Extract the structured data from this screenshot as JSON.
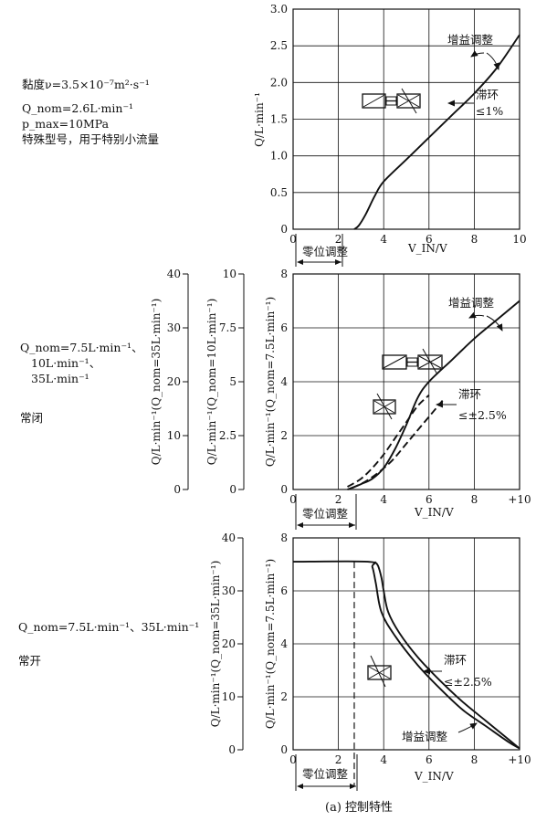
{
  "figure_caption": "(a) 控制特性",
  "panels": [
    {
      "info_lines": [
        "黏度ν=3.5×10⁻⁷m²·s⁻¹",
        "Q_nom=2.6L·min⁻¹",
        "p_max=10MPa",
        "特殊型号，用于特别小流量"
      ],
      "ylabel": "Q/L·min⁻¹",
      "xlabel": "V_IN/V",
      "zero_label": "零位调整",
      "gain_label": "增益调整",
      "hysteresis_label": "滞环",
      "hysteresis_value": "≤1%"
    },
    {
      "info_lines": [
        "Q_nom=7.5L·min⁻¹、",
        "10L·min⁻¹、",
        "35L·min⁻¹",
        "常闭"
      ],
      "ylabel_outer": "Q/L·min⁻¹(Q_nom=35L·min⁻¹)",
      "ylabel_middle": "Q/L·min⁻¹(Q_nom=10L·min⁻¹)",
      "ylabel": "Q/L·min⁻¹(Q_nom=7.5L·min⁻¹)",
      "xlabel": "V_IN/V",
      "zero_label": "零位调整",
      "gain_label": "增益调整",
      "hysteresis_label": "滞环",
      "hysteresis_value": "≤±2.5%"
    },
    {
      "info_lines": [
        "Q_nom=7.5L·min⁻¹、35L·min⁻¹",
        "常开"
      ],
      "ylabel_outer": "Q/L·min⁻¹(Q_nom=35L·min⁻¹)",
      "ylabel": "Q/L·min⁻¹(Q_nom=7.5L·min⁻¹)",
      "xlabel": "V_IN/V",
      "zero_label": "零位调整",
      "gain_label": "增益调整",
      "hysteresis_label": "滞环",
      "hysteresis_value": "≤±2.5%"
    }
  ],
  "chart_data": [
    {
      "type": "line",
      "xlim": [
        0,
        10
      ],
      "ylim": [
        0,
        3.0
      ],
      "x_ticks": [
        "0",
        "2",
        "4",
        "6",
        "8",
        "10"
      ],
      "y_ticks": [
        "0",
        "0.5",
        "1.0",
        "1.5",
        "2.0",
        "2.5",
        "3.0"
      ],
      "grid": true,
      "series": [
        {
          "style": "solid",
          "x": [
            2.7,
            2.9,
            3.2,
            3.6,
            4.0,
            5.0,
            6.0,
            7.0,
            8.0,
            9.0,
            10.0
          ],
          "y": [
            0.0,
            0.05,
            0.2,
            0.45,
            0.65,
            0.95,
            1.25,
            1.55,
            1.85,
            2.2,
            2.65
          ]
        }
      ]
    },
    {
      "type": "line",
      "xlim": [
        0,
        10
      ],
      "ylim": [
        0,
        8
      ],
      "x_ticks": [
        "0",
        "2",
        "4",
        "6",
        "8",
        "+10"
      ],
      "y_ticks": [
        "0",
        "2",
        "4",
        "6",
        "8"
      ],
      "y_ticks_middle": [
        "0",
        "2.5",
        "5",
        "7.5",
        "10"
      ],
      "y_ticks_outer": [
        "0",
        "10",
        "20",
        "30",
        "40"
      ],
      "grid": true,
      "series": [
        {
          "style": "solid",
          "x": [
            2.4,
            3.0,
            3.5,
            4.0,
            4.5,
            5.0,
            5.5,
            6.0,
            7.0,
            8.0,
            9.0,
            10.0
          ],
          "y": [
            0.0,
            0.2,
            0.4,
            0.8,
            1.5,
            2.4,
            3.4,
            4.0,
            4.8,
            5.6,
            6.3,
            7.0
          ]
        },
        {
          "style": "dashed",
          "x": [
            2.4,
            3.0,
            3.5,
            4.0,
            4.5,
            5.0,
            5.5,
            6.0
          ],
          "y": [
            0.1,
            0.4,
            0.8,
            1.3,
            1.9,
            2.5,
            3.1,
            3.5
          ]
        },
        {
          "style": "dashed",
          "x": [
            2.6,
            3.2,
            3.8,
            4.4,
            5.0,
            5.6,
            6.2,
            6.6
          ],
          "y": [
            0.05,
            0.3,
            0.65,
            1.1,
            1.7,
            2.3,
            2.9,
            3.3
          ]
        }
      ]
    },
    {
      "type": "line",
      "xlim": [
        0,
        10
      ],
      "ylim": [
        0,
        8
      ],
      "x_ticks": [
        "0",
        "2",
        "4",
        "6",
        "8",
        "+10"
      ],
      "y_ticks": [
        "0",
        "2",
        "4",
        "6",
        "8"
      ],
      "y_ticks_outer": [
        "0",
        "10",
        "20",
        "30",
        "40"
      ],
      "grid": true,
      "dashed_vline_x": 2.7,
      "series": [
        {
          "style": "solid",
          "x": [
            0.0,
            3.3,
            3.5,
            3.65,
            3.9,
            4.5,
            5.5,
            6.5,
            7.5,
            8.5,
            9.5,
            10.0
          ],
          "y": [
            7.1,
            7.1,
            6.9,
            6.3,
            5.2,
            4.3,
            3.2,
            2.3,
            1.5,
            0.9,
            0.3,
            0.05
          ]
        },
        {
          "style": "solid",
          "x": [
            3.6,
            3.75,
            3.9,
            4.0,
            4.2,
            4.7,
            5.5,
            6.5,
            7.5,
            8.5,
            9.5,
            10.0
          ],
          "y": [
            7.1,
            6.95,
            6.5,
            6.0,
            5.2,
            4.4,
            3.5,
            2.6,
            1.8,
            1.1,
            0.4,
            0.05
          ]
        }
      ]
    }
  ]
}
